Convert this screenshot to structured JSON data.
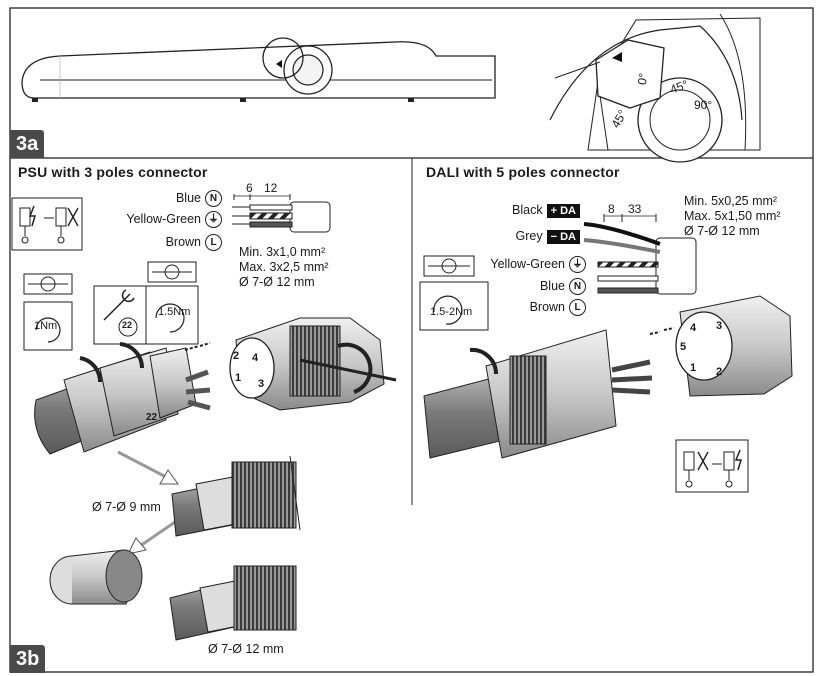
{
  "fig_3a": {
    "tag": "3a"
  },
  "fig_3b": {
    "tag": "3b"
  },
  "psu": {
    "title": "PSU with 3 poles connector",
    "wires": [
      {
        "label": "Blue",
        "code": "N"
      },
      {
        "label": "Yellow-Green",
        "code": ""
      },
      {
        "label": "Brown",
        "code": "L"
      }
    ],
    "strip_short": "6",
    "strip_long": "12",
    "spec_min": "Min. 3x1,0 mm²",
    "spec_max": "Max. 3x2,5 mm²",
    "spec_dia": "Ø 7-Ø 12 mm",
    "torque_1": "1Nm",
    "torque_2": "1.5Nm",
    "wrench_size": "22",
    "gland_size": "22",
    "pins": [
      "2",
      "4",
      "1",
      "3"
    ],
    "dia_small": "Ø 7-Ø 9 mm",
    "dia_large": "Ø 7-Ø 12 mm"
  },
  "dali": {
    "title": "DALI with 5 poles connector",
    "wires": [
      {
        "label": "Black",
        "badge": "+ DA"
      },
      {
        "label": "Grey",
        "badge": "− DA"
      },
      {
        "label": "Yellow-Green",
        "code": ""
      },
      {
        "label": "Blue",
        "code": "N"
      },
      {
        "label": "Brown",
        "code": "L"
      }
    ],
    "strip_short": "8",
    "strip_long": "33",
    "spec_min": "Min.  5x0,25 mm²",
    "spec_max": "Max. 5x1,50 mm²",
    "spec_dia": "Ø 7-Ø 12 mm",
    "torque": "1.5-2Nm",
    "pins": [
      "4",
      "3",
      "5",
      "1",
      "2"
    ]
  },
  "dial": {
    "marks": [
      "0°",
      "45°",
      "90°",
      "45°"
    ]
  }
}
